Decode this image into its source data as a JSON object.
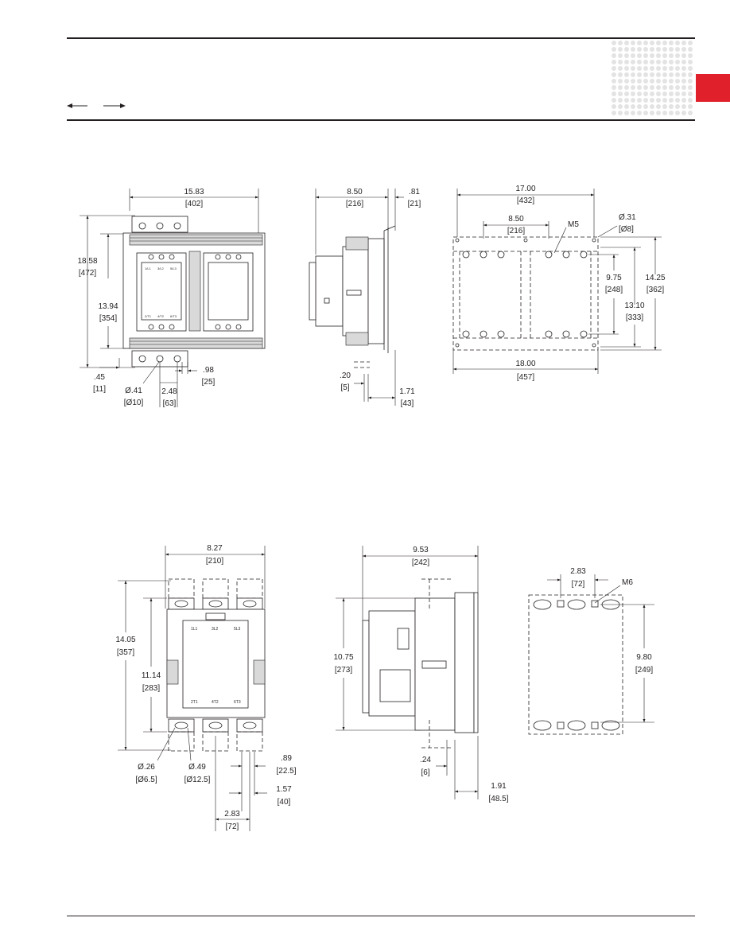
{
  "colors": {
    "rule": "#231f20",
    "accent_tab": "#e0202b",
    "dot_pattern": "#e3e3e3"
  },
  "header": {
    "nav_arrows": [
      "left-arrow",
      "right-arrow"
    ]
  },
  "row1": {
    "front": {
      "width": "15.83",
      "width_mm": "[402]",
      "height_total": "18.58",
      "height_total_mm": "[472]",
      "height_body": "13.94",
      "height_body_mm": "[354]",
      "terminal_offset": ".45",
      "terminal_offset_mm": "[11]",
      "hole_dia": "Ø.41",
      "hole_dia_mm": "[Ø10]",
      "pole_pitch": "2.48",
      "pole_pitch_mm": "[63]",
      "terminal_width": ".98",
      "terminal_width_mm": "[25]",
      "nameplate_top": [
        "1/L1",
        "3/L2",
        "5/L3"
      ],
      "nameplate_bottom": [
        "2/T1",
        "4/T2",
        "6/T3"
      ]
    },
    "side": {
      "depth": "8.50",
      "depth_mm": "[216]",
      "flange": ".81",
      "flange_mm": "[21]",
      "base_offset": ".20",
      "base_offset_mm": "[5]",
      "rail_offset": "1.71",
      "rail_offset_mm": "[43]"
    },
    "mounting": {
      "width_top": "17.00",
      "width_top_mm": "[432]",
      "half_width": "8.50",
      "half_width_mm": "[216]",
      "screw": "M5",
      "hole": "Ø.31",
      "hole_mm": "[Ø8]",
      "inner_height": "9.75",
      "inner_height_mm": "[248]",
      "outer_height": "14.25",
      "outer_height_mm": "[362]",
      "mid_height": "13.10",
      "mid_height_mm": "[333]",
      "width_bottom": "18.00",
      "width_bottom_mm": "[457]"
    }
  },
  "row2": {
    "front": {
      "width": "8.27",
      "width_mm": "[210]",
      "height_total": "14.05",
      "height_total_mm": "[357]",
      "height_body": "11.14",
      "height_body_mm": "[283]",
      "small_hole": "Ø.26",
      "small_hole_mm": "[Ø6.5]",
      "large_hole": "Ø.49",
      "large_hole_mm": "[Ø12.5]",
      "term_width": ".89",
      "term_width_mm": "[22.5]",
      "term_offset": "1.57",
      "term_offset_mm": "[40]",
      "pole_pitch": "2.83",
      "pole_pitch_mm": "[72]",
      "nameplate_top": [
        "1L1",
        "3L2",
        "5L3"
      ],
      "nameplate_bottom": [
        "2T1",
        "4T2",
        "6T3"
      ]
    },
    "side": {
      "depth": "9.53",
      "depth_mm": "[242]",
      "height": "10.75",
      "height_mm": "[273]",
      "base_offset": ".24",
      "base_offset_mm": "[6]",
      "rail_offset": "1.91",
      "rail_offset_mm": "[48.5]"
    },
    "mounting": {
      "pitch": "2.83",
      "pitch_mm": "[72]",
      "screw": "M6",
      "height": "9.80",
      "height_mm": "[249]"
    }
  }
}
